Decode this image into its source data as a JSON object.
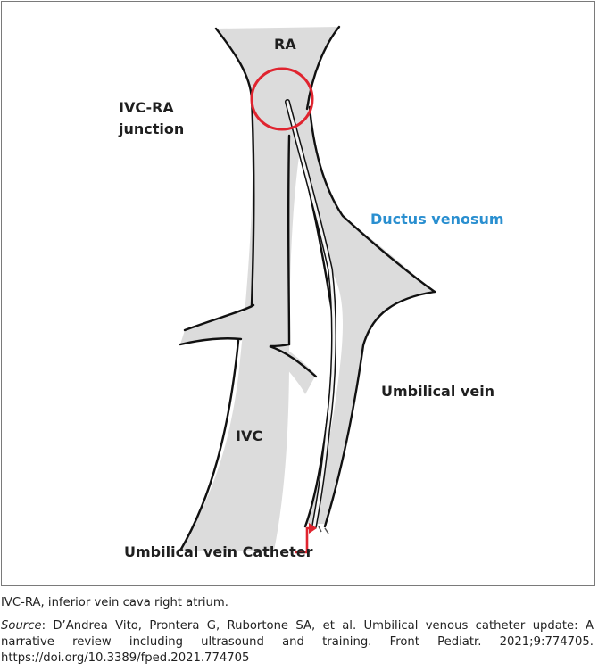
{
  "figure": {
    "labels": {
      "ra": "RA",
      "ivc_ra_line1": "IVC-RA",
      "ivc_ra_line2": "junction",
      "ductus": "Ductus venosum",
      "umbilical_vein": "Umbilical vein",
      "ivc": "IVC",
      "catheter": "Umbilical vein Catheter"
    },
    "colors": {
      "vessel_fill": "#dcdcdc",
      "outline": "#111111",
      "highlight_circle": "#e0242f",
      "arrow": "#e0242f",
      "ductus_label": "#2a8fd0"
    }
  },
  "caption": {
    "abbreviation": "IVC-RA, inferior vein cava right atrium.",
    "source_label": "Source",
    "source_text": ": D’Andrea Vito, Prontera G, Rubortone SA, et al. Umbilical venous catheter update: A narrative review including ultrasound and training. Front Pediatr. 2021;9:774705. https://doi.org/10.3389/fped.2021.774705"
  }
}
